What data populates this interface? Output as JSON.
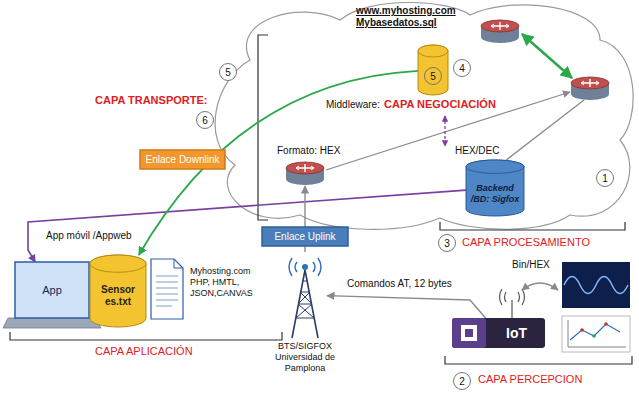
{
  "diagram": {
    "nodes": [
      {
        "text": [
          "www.myhosting.com Mybasedatos.sql"
        ]
      },
      {
        "text": [
          "Enlace Downlink"
        ]
      },
      {
        "text": [
          "Formato: HEX"
        ]
      },
      {
        "text": [
          "Backend /BD: Sigfox"
        ]
      },
      {
        "text": [
          "Enlace Uplink"
        ]
      },
      {
        "text": [
          "App"
        ]
      },
      {
        "text": [
          "Sensor es.txt"
        ]
      },
      {
        "text": [
          "Myhosting.com PHP, HMTL, JSON,CANVAS"
        ]
      },
      {
        "text": [
          "BTS/SIGFOX Universidad de Pamplona"
        ]
      },
      {
        "text": [
          "IoT"
        ]
      }
    ],
    "edges": [
      {
        "from": 3,
        "to": 5,
        "arrow": "to"
      },
      {
        "from": 0,
        "to": 6,
        "arrow": "to"
      },
      {
        "from": 8,
        "to": 2,
        "arrow": "to"
      },
      {
        "from": 9,
        "to": 8,
        "label": "Comandos AT, 12 bytes",
        "arrow": "to"
      }
    ],
    "labels": [
      "CAPA TRANSPORTE:",
      "Middleware:",
      "CAPA NEGOCIACIÓN",
      "HEX/DEC",
      "App móvil /Appweb",
      "CAPA APLICACIÓN",
      "CAPA PROCESAMIENTO",
      "CAPA PERCEPCION",
      "Bin/HEX",
      "1",
      "2",
      "3",
      "4",
      "5",
      "5",
      "6"
    ]
  }
}
